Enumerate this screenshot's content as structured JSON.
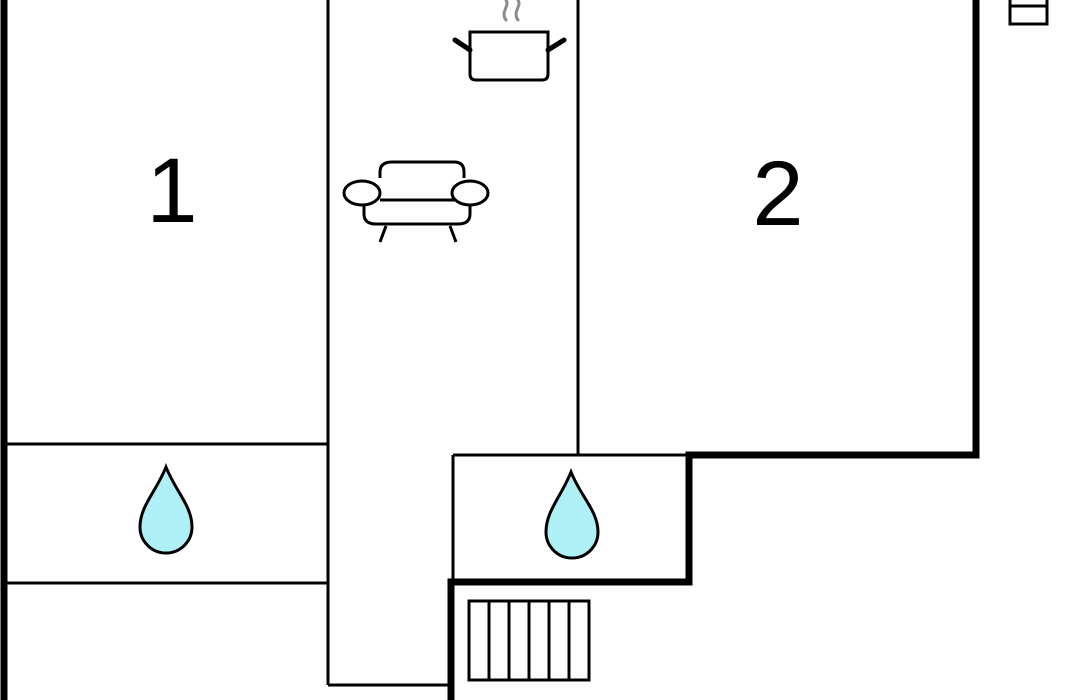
{
  "rooms": [
    {
      "label": "1",
      "kind": "bedroom"
    },
    {
      "label": "2",
      "kind": "bedroom"
    }
  ],
  "icons": {
    "kitchen": "cooking-pot-icon",
    "living": "sofa-icon",
    "bathroom": "water-drop-icon",
    "stairs": "stairs-icon",
    "fridge": "fridge-icon"
  },
  "colors": {
    "wall": "#000000",
    "background": "#ffffff",
    "water": "#aef0f6",
    "steam": "#8c8c8c"
  }
}
